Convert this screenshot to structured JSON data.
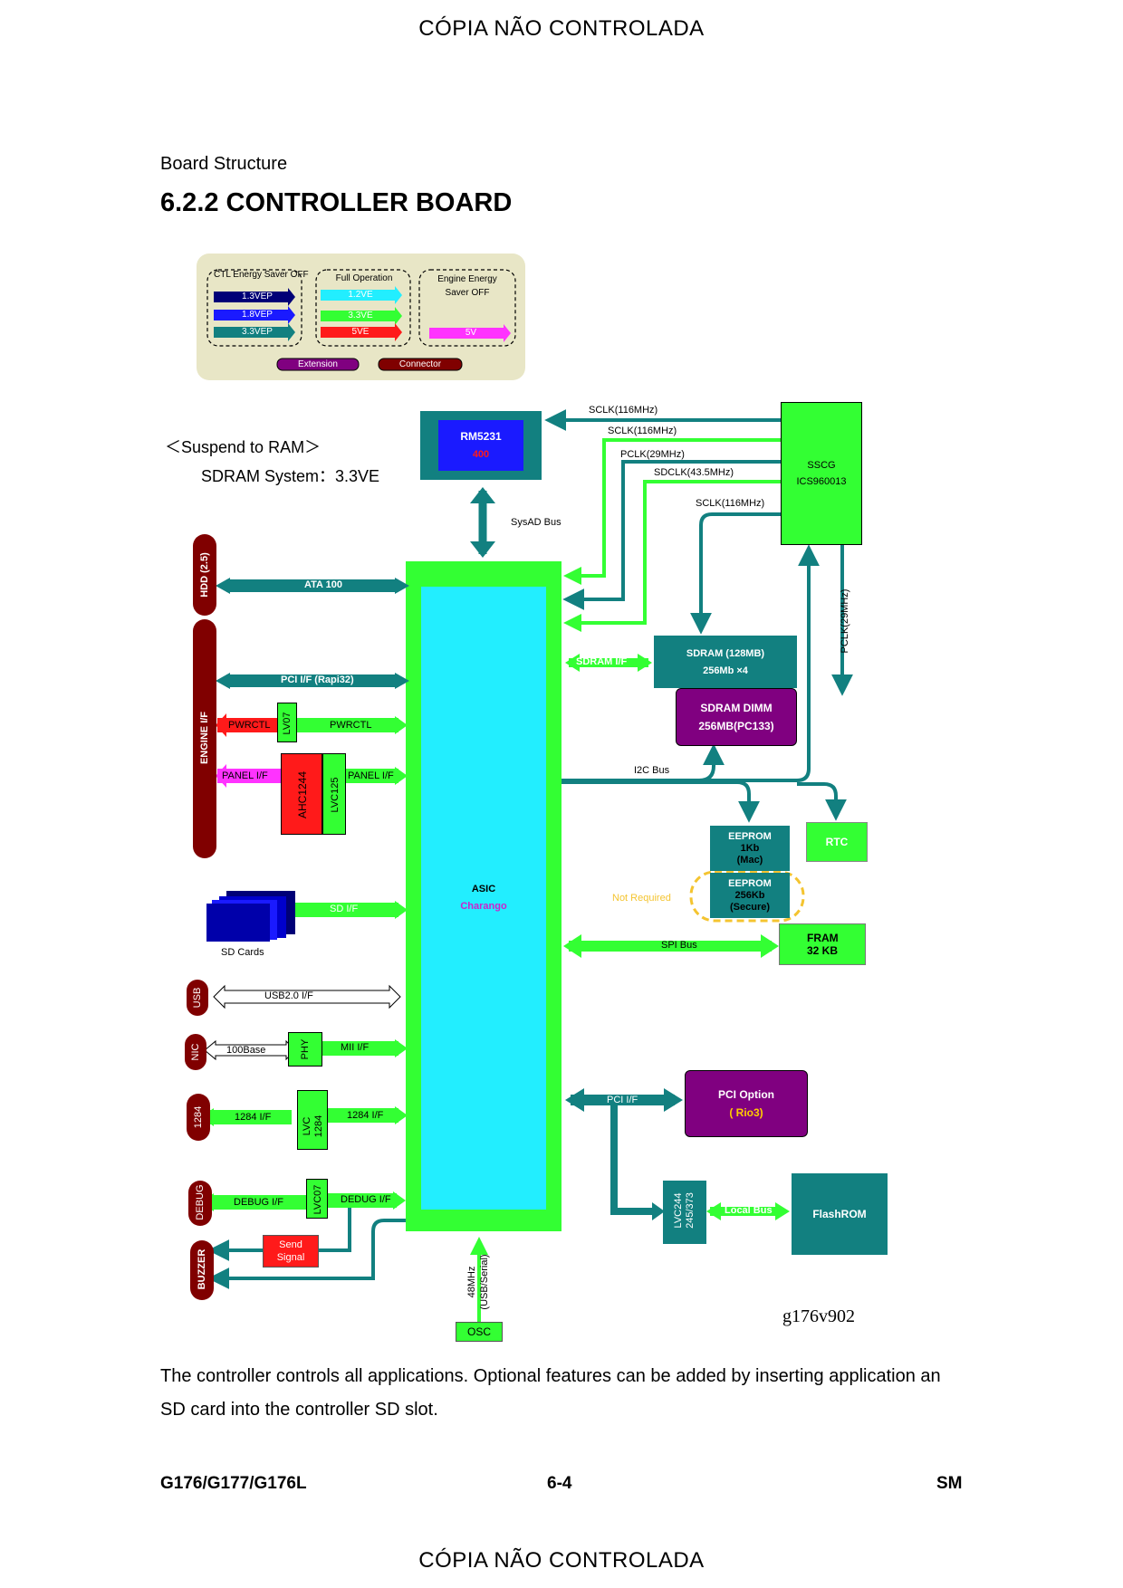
{
  "watermark": "CÓPIA NÃO CONTROLADA",
  "section_label": "Board Structure",
  "title": "6.2.2  CONTROLLER BOARD",
  "legend": {
    "ctl_saver": "CTL Energy Saver OFF",
    "full_operation": "Full Operation",
    "engine_saver": "Engine Energy Saver OFF",
    "v13vep": "1.3VEP",
    "v18vep": "1.8VEP",
    "v33vep": "3.3VEP",
    "v12ve": "1.2VE",
    "v33ve": "3.3VE",
    "v5ve": "5VE",
    "v5v": "5V",
    "extension": "Extension",
    "connector": "Connector"
  },
  "suspend": {
    "line1": "＜Suspend to RAM＞",
    "line2": "SDRAM System：3.3VE"
  },
  "blocks": {
    "rm5231": "RM5231",
    "rm400": "400",
    "sscg": "SSCG",
    "sscg_part": "ICS960013",
    "asic": "ASIC",
    "asic_name": "Charango",
    "sdram_line1": "SDRAM (128MB)",
    "sdram_line2": "256Mb  ×4",
    "dimm_line1": "SDRAM DIMM",
    "dimm_line2": "256MB(PC133)",
    "eeprom1_line1": "EEPROM",
    "eeprom1_line2": "1Kb",
    "eeprom1_line3": "(Mac)",
    "eeprom2_line1": "EEPROM",
    "eeprom2_line2": "256Kb",
    "eeprom2_line3": "(Secure)",
    "rtc": "RTC",
    "fram_line1": "FRAM",
    "fram_line2": "32 KB",
    "pci_option": "PCI Option",
    "rio3": "( Rio3)",
    "flashrom": "FlashROM",
    "lvc244": "LVC244",
    "lvc244_b": "245/373",
    "osc": "OSC",
    "send_signal_1": "Send",
    "send_signal_2": "Signal",
    "lv07": "LV07",
    "ahc": "AHC1244",
    "lvc125": "LVC125",
    "phy": "PHY",
    "lvc1284_a": "LVC",
    "lvc1284_b": "1284",
    "lvc07": "LVC07"
  },
  "connectors": {
    "hdd": "HDD (2.5)",
    "engine": "ENGINE I/F",
    "usb": "USB",
    "nic": "NIC",
    "ieee1284": "1284",
    "debug": "DEBUG",
    "buzzer": "BUZZER"
  },
  "signals": {
    "sclk1": "SCLK(116MHz)",
    "sclk2": "SCLK(116MHz)",
    "pclk": "PCLK(29MHz)",
    "sdclk": "SDCLK(43.5MHz)",
    "sclk3": "SCLK(116MHz)",
    "pclk_v": "PCLK(29MHz)",
    "sysad": "SysAD Bus",
    "ata": "ATA 100",
    "pci_rapi": "PCI I/F (Rapi32)",
    "pwrctl_a": "PWRCTL",
    "pwrctl_b": "PWRCTL",
    "panel_a": "PANEL I/F",
    "panel_b": "PANEL I/F",
    "sd_if": "SD I/F",
    "sd_cards": "SD Cards",
    "usb_if": "USB2.0 I/F",
    "base100": "100Base",
    "mii": "MII I/F",
    "if1284_a": "1284 I/F",
    "if1284_b": "1284 I/F",
    "debug_a": "DEBUG I/F",
    "debug_b": "DEDUG I/F",
    "sdram_if": "SDRAM I/F",
    "i2c": "I2C Bus",
    "not_required": "Not Required",
    "spi": "SPI Bus",
    "pci_if": "PCI I/F",
    "local_bus": "Local Bus",
    "osc_freq": "48MHz",
    "osc_use": "(USB/Serial)",
    "fig_id": "g176v902"
  },
  "body_text": "The controller controls all applications. Optional features can be added by inserting application an SD card into the controller SD slot.",
  "footer": {
    "left": "G176/G177/G176L",
    "center": "6-4",
    "right": "SM"
  },
  "colors": {
    "teal": "#128080",
    "green": "#33ff33",
    "cyan": "#22eeff",
    "navy": "#000077",
    "blue": "#1a1aff",
    "red": "#ff1a1a",
    "magenta": "#ff33ff",
    "maroon": "#800000",
    "purple": "#800080",
    "legend_bg": "#e8e6c6"
  }
}
